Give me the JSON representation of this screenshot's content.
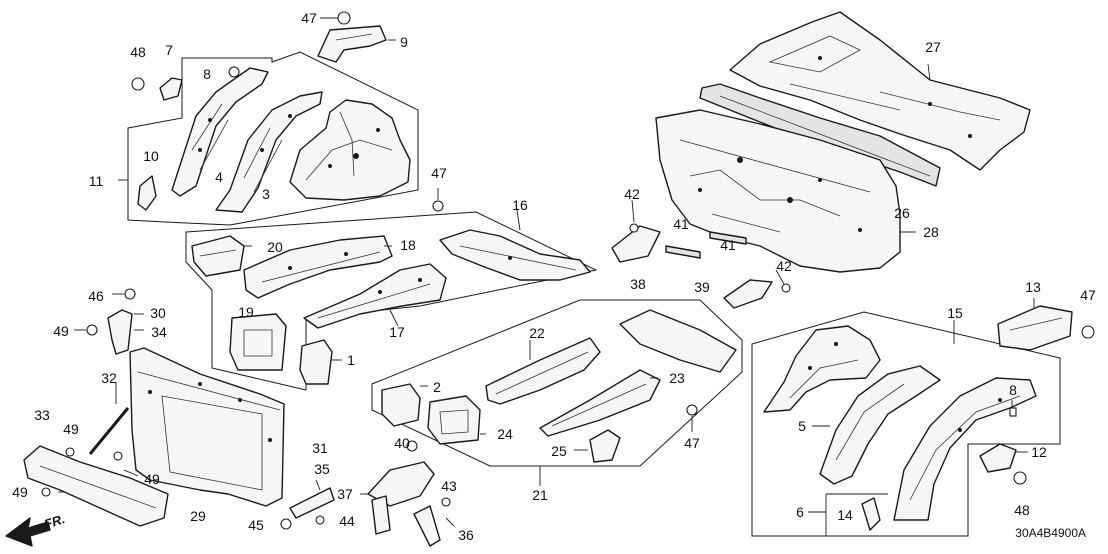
{
  "diagram": {
    "code": "30A4B4900A",
    "direction_label": "FR.",
    "callouts": [
      {
        "id": "c47a",
        "text": "47"
      },
      {
        "id": "c9",
        "text": "9"
      },
      {
        "id": "c48a",
        "text": "48"
      },
      {
        "id": "c7",
        "text": "7"
      },
      {
        "id": "c8a",
        "text": "8"
      },
      {
        "id": "c10",
        "text": "10"
      },
      {
        "id": "c11",
        "text": "11"
      },
      {
        "id": "c4",
        "text": "4"
      },
      {
        "id": "c3",
        "text": "3"
      },
      {
        "id": "c27",
        "text": "27"
      },
      {
        "id": "c26",
        "text": "26"
      },
      {
        "id": "c28",
        "text": "28"
      },
      {
        "id": "c47b",
        "text": "47"
      },
      {
        "id": "c16",
        "text": "16"
      },
      {
        "id": "c20",
        "text": "20"
      },
      {
        "id": "c18",
        "text": "18"
      },
      {
        "id": "c19",
        "text": "19"
      },
      {
        "id": "c17",
        "text": "17"
      },
      {
        "id": "c1",
        "text": "1"
      },
      {
        "id": "c42a",
        "text": "42"
      },
      {
        "id": "c41a",
        "text": "41"
      },
      {
        "id": "c41b",
        "text": "41"
      },
      {
        "id": "c38",
        "text": "38"
      },
      {
        "id": "c39",
        "text": "39"
      },
      {
        "id": "c42b",
        "text": "42"
      },
      {
        "id": "c46",
        "text": "46"
      },
      {
        "id": "c30",
        "text": "30"
      },
      {
        "id": "c34",
        "text": "34"
      },
      {
        "id": "c49a",
        "text": "49"
      },
      {
        "id": "c32",
        "text": "32"
      },
      {
        "id": "c33",
        "text": "33"
      },
      {
        "id": "c49b",
        "text": "49"
      },
      {
        "id": "c49c",
        "text": "49"
      },
      {
        "id": "c49d",
        "text": "49"
      },
      {
        "id": "c29",
        "text": "29"
      },
      {
        "id": "c31",
        "text": "31"
      },
      {
        "id": "c22",
        "text": "22"
      },
      {
        "id": "c2",
        "text": "2"
      },
      {
        "id": "c23",
        "text": "23"
      },
      {
        "id": "c24",
        "text": "24"
      },
      {
        "id": "c25",
        "text": "25"
      },
      {
        "id": "c47c",
        "text": "47"
      },
      {
        "id": "c40",
        "text": "40"
      },
      {
        "id": "c21",
        "text": "21"
      },
      {
        "id": "c35",
        "text": "35"
      },
      {
        "id": "c37",
        "text": "37"
      },
      {
        "id": "c43",
        "text": "43"
      },
      {
        "id": "c45",
        "text": "45"
      },
      {
        "id": "c44",
        "text": "44"
      },
      {
        "id": "c36",
        "text": "36"
      },
      {
        "id": "c13",
        "text": "13"
      },
      {
        "id": "c47d",
        "text": "47"
      },
      {
        "id": "c15",
        "text": "15"
      },
      {
        "id": "c5",
        "text": "5"
      },
      {
        "id": "c8b",
        "text": "8"
      },
      {
        "id": "c12",
        "text": "12"
      },
      {
        "id": "c48b",
        "text": "48"
      },
      {
        "id": "c6",
        "text": "6"
      },
      {
        "id": "c14",
        "text": "14"
      }
    ]
  }
}
